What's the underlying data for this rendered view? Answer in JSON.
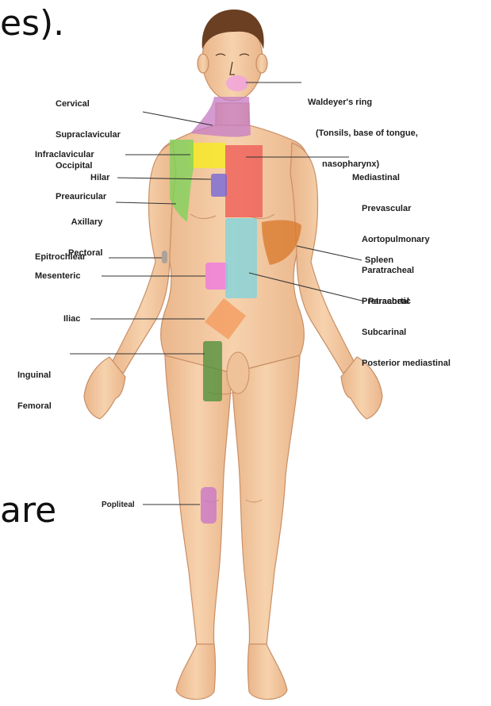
{
  "slide_fragments": {
    "top": "es).",
    "middle": "are"
  },
  "labels": {
    "cervical": [
      "Cervical",
      "Supraclavicular",
      "Occipital",
      "Preauricular"
    ],
    "waldeyer": [
      "Waldeyer's ring",
      "(Tonsils, base of tongue,",
      "nasopharynx)"
    ],
    "infraclavicular": "Infraclavicular",
    "mediastinal": [
      "Mediastinal",
      "Prevascular",
      "Aortopulmonary",
      "Paratracheal",
      "Pretracheal",
      "Subcarinal",
      "Posterior mediastinal"
    ],
    "hilar": "Hilar",
    "axillary": [
      "Axillary",
      "Pectoral"
    ],
    "epitrochlear": "Epitrochlear",
    "spleen": "Spleen",
    "mesenteric": "Mesenteric",
    "paraaortic": "Paraaortic",
    "iliac": "Iliac",
    "inguinal": [
      "Inguinal",
      "Femoral"
    ],
    "popliteal": "Popliteal"
  },
  "colors": {
    "skin": "#f3c9a0",
    "skin_shadow": "#dfa77c",
    "hair": "#6a3f22",
    "cervical": "#c77fc4",
    "waldeyer": "#f0a0e0",
    "infraclavicular": "#f7ec1e",
    "mediastinal": "#ee5a55",
    "hilar": "#7265d8",
    "axillary": "#7dd35a",
    "epitrochlear": "#9a9a9a",
    "spleen": "#d97a2d",
    "mesenteric": "#ee77e2",
    "paraaortic": "#7fd3dc",
    "iliac": "#f49a5c",
    "inguinal": "#4e8f3a",
    "popliteal": "#c974c8"
  }
}
